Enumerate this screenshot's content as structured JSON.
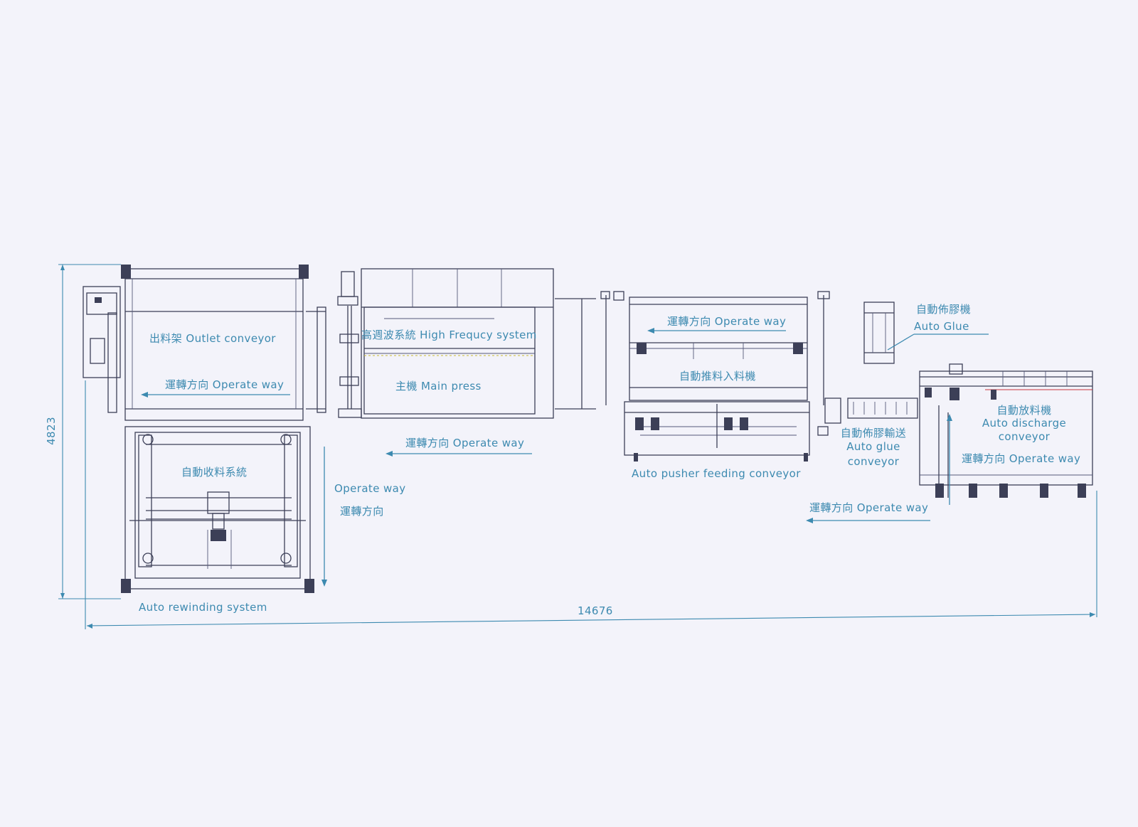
{
  "labels": {
    "outlet_conveyor": "出料架 Outlet conveyor",
    "operate_way_outlet": "運轉方向 Operate way",
    "hf_system": "高週波系統 High Frequcy system",
    "main_press": "主機 Main press",
    "operate_way_press": "運轉方向 Operate way",
    "operate_way_pusher_top": "運轉方向 Operate way",
    "auto_pusher_cn": "自動推料入料機",
    "auto_pusher_en": "Auto pusher feeding conveyor",
    "auto_glue_cn": "自動佈膠機",
    "auto_glue_en": "Auto Glue",
    "glue_conveyor_cn": "自動佈膠輸送",
    "glue_conveyor_en1": "Auto glue",
    "glue_conveyor_en2": "conveyor",
    "discharge_cn": "自動放料機",
    "discharge_en1": "Auto discharge",
    "discharge_en2": "conveyor",
    "operate_way_discharge": "運轉方向 Operate way",
    "operate_way_bottom": "運轉方向 Operate way",
    "rewinding_cn": "自動收料系統",
    "rewinding_en": "Auto rewinding system",
    "operate_way_vertical_en": "Operate way",
    "operate_way_vertical_cn": "運轉方向"
  },
  "dimensions": {
    "overall_length": "14676",
    "overall_width": "4823"
  },
  "colors": {
    "paper": "#f3f3fa",
    "linework": "#3c3f57",
    "annotation": "#3d8ab0",
    "accent_red": "#c9343e",
    "centerline_yellow": "#c8b833"
  }
}
